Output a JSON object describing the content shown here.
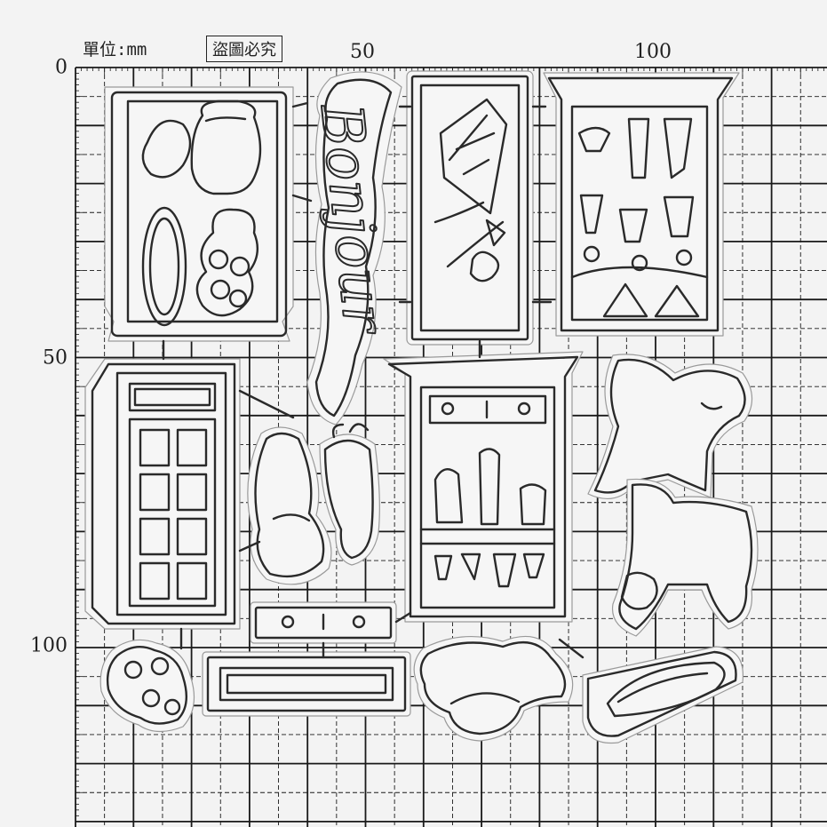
{
  "ruler": {
    "unit_label": "單位:mm",
    "stamp_text": "盜圖必究",
    "x_ticks": [
      "50",
      "100"
    ],
    "y_ticks": [
      "0",
      "50",
      "100"
    ]
  },
  "die_set": {
    "word_die_text": "Bonjour",
    "outline_color": "#9a9a9a",
    "stroke_color": "#2a2a2a",
    "grid_color": "#1a1a1a",
    "pieces": [
      {
        "name": "window-frame-vase-flowers"
      },
      {
        "name": "bonjour-word-die"
      },
      {
        "name": "window-frame-birdhouse"
      },
      {
        "name": "cabinet-frame-cups"
      },
      {
        "name": "door-frame-panels"
      },
      {
        "name": "vase-with-leaves"
      },
      {
        "name": "hanging-flowers"
      },
      {
        "name": "shelf-frame-bottles"
      },
      {
        "name": "standing-dog"
      },
      {
        "name": "sitting-dog"
      },
      {
        "name": "shelf-strip-small"
      },
      {
        "name": "shelf-strip-long"
      },
      {
        "name": "flower-cluster"
      },
      {
        "name": "sleeping-cat"
      },
      {
        "name": "tag-oval"
      }
    ]
  }
}
